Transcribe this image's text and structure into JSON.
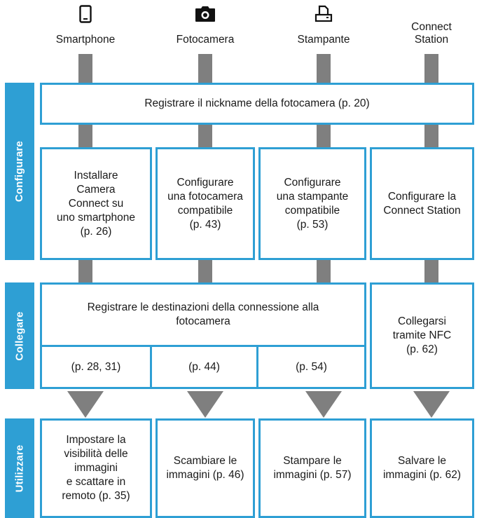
{
  "columns": [
    {
      "label": "Smartphone",
      "icon": "smartphone-icon"
    },
    {
      "label": "Fotocamera",
      "icon": "camera-icon"
    },
    {
      "label": "Stampante",
      "icon": "printer-icon"
    },
    {
      "label": "Connect\nStation",
      "icon": null
    }
  ],
  "sections": {
    "configure": "Configurare",
    "connect": "Collegare",
    "use": "Utilizzare"
  },
  "configure": {
    "register_nickname": "Registrare il nickname della fotocamera (p. 20)",
    "steps": [
      "Installare\nCamera\nConnect su\nuno smartphone\n(p. 26)",
      "Configurare\nuna fotocamera\ncompatibile\n(p. 43)",
      "Configurare\nuna stampante\ncompatibile\n(p. 53)",
      "Configurare la\nConnect Station"
    ]
  },
  "connect": {
    "register_destinations": "Registrare le destinazioni della connessione alla\nfotocamera",
    "pages": [
      "(p. 28, 31)",
      "(p. 44)",
      "(p. 54)"
    ],
    "nfc": "Collegarsi\ntramite NFC\n(p. 62)"
  },
  "use": {
    "steps": [
      "Impostare la\nvisibilità delle\nimmagini\ne scattare in\nremoto (p. 35)",
      "Scambiare le\nimmagini (p. 46)",
      "Stampare le\nimmagini (p. 57)",
      "Salvare le\nimmagini (p. 62)"
    ]
  },
  "colors": {
    "accent": "#2e9fd4",
    "connector": "#7f7f7f"
  }
}
